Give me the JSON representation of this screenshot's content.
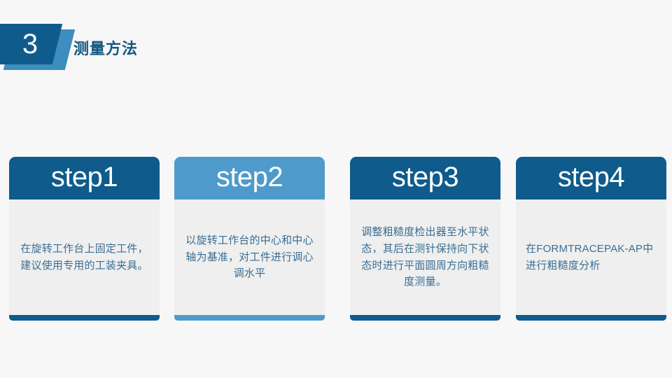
{
  "header": {
    "badge_number": "3",
    "title": "测量方法",
    "badge_front_color": "#0e5b8c",
    "badge_back_color": "#3d8dbe",
    "title_color": "#11577f"
  },
  "theme": {
    "page_background": "#f7f7f7",
    "card_body_background": "#efefef",
    "body_text_color": "#3a6e94",
    "dark_blue": "#0e5b8c",
    "light_blue": "#4e9bcb"
  },
  "steps": [
    {
      "label": "step1",
      "text": "在旋转工作台上固定工件，建议使用专用的工装夹具。",
      "accent": "#0e5b8c",
      "align": "center"
    },
    {
      "label": "step2",
      "text": "以旋转工作台的中心和中心轴为基准，对工件进行调心调水平",
      "accent": "#4e9bcb",
      "align": "center"
    },
    {
      "label": "step3",
      "text": "调整粗糙度检出器至水平状态，其后在测针保持向下状态时进行平面圆周方向粗糙度测量。",
      "accent": "#0e5b8c",
      "align": "center"
    },
    {
      "label": "step4",
      "text": "在FORMTRACEPAK-AP中进行粗糙度分析",
      "accent": "#0e5b8c",
      "align": "left"
    }
  ]
}
